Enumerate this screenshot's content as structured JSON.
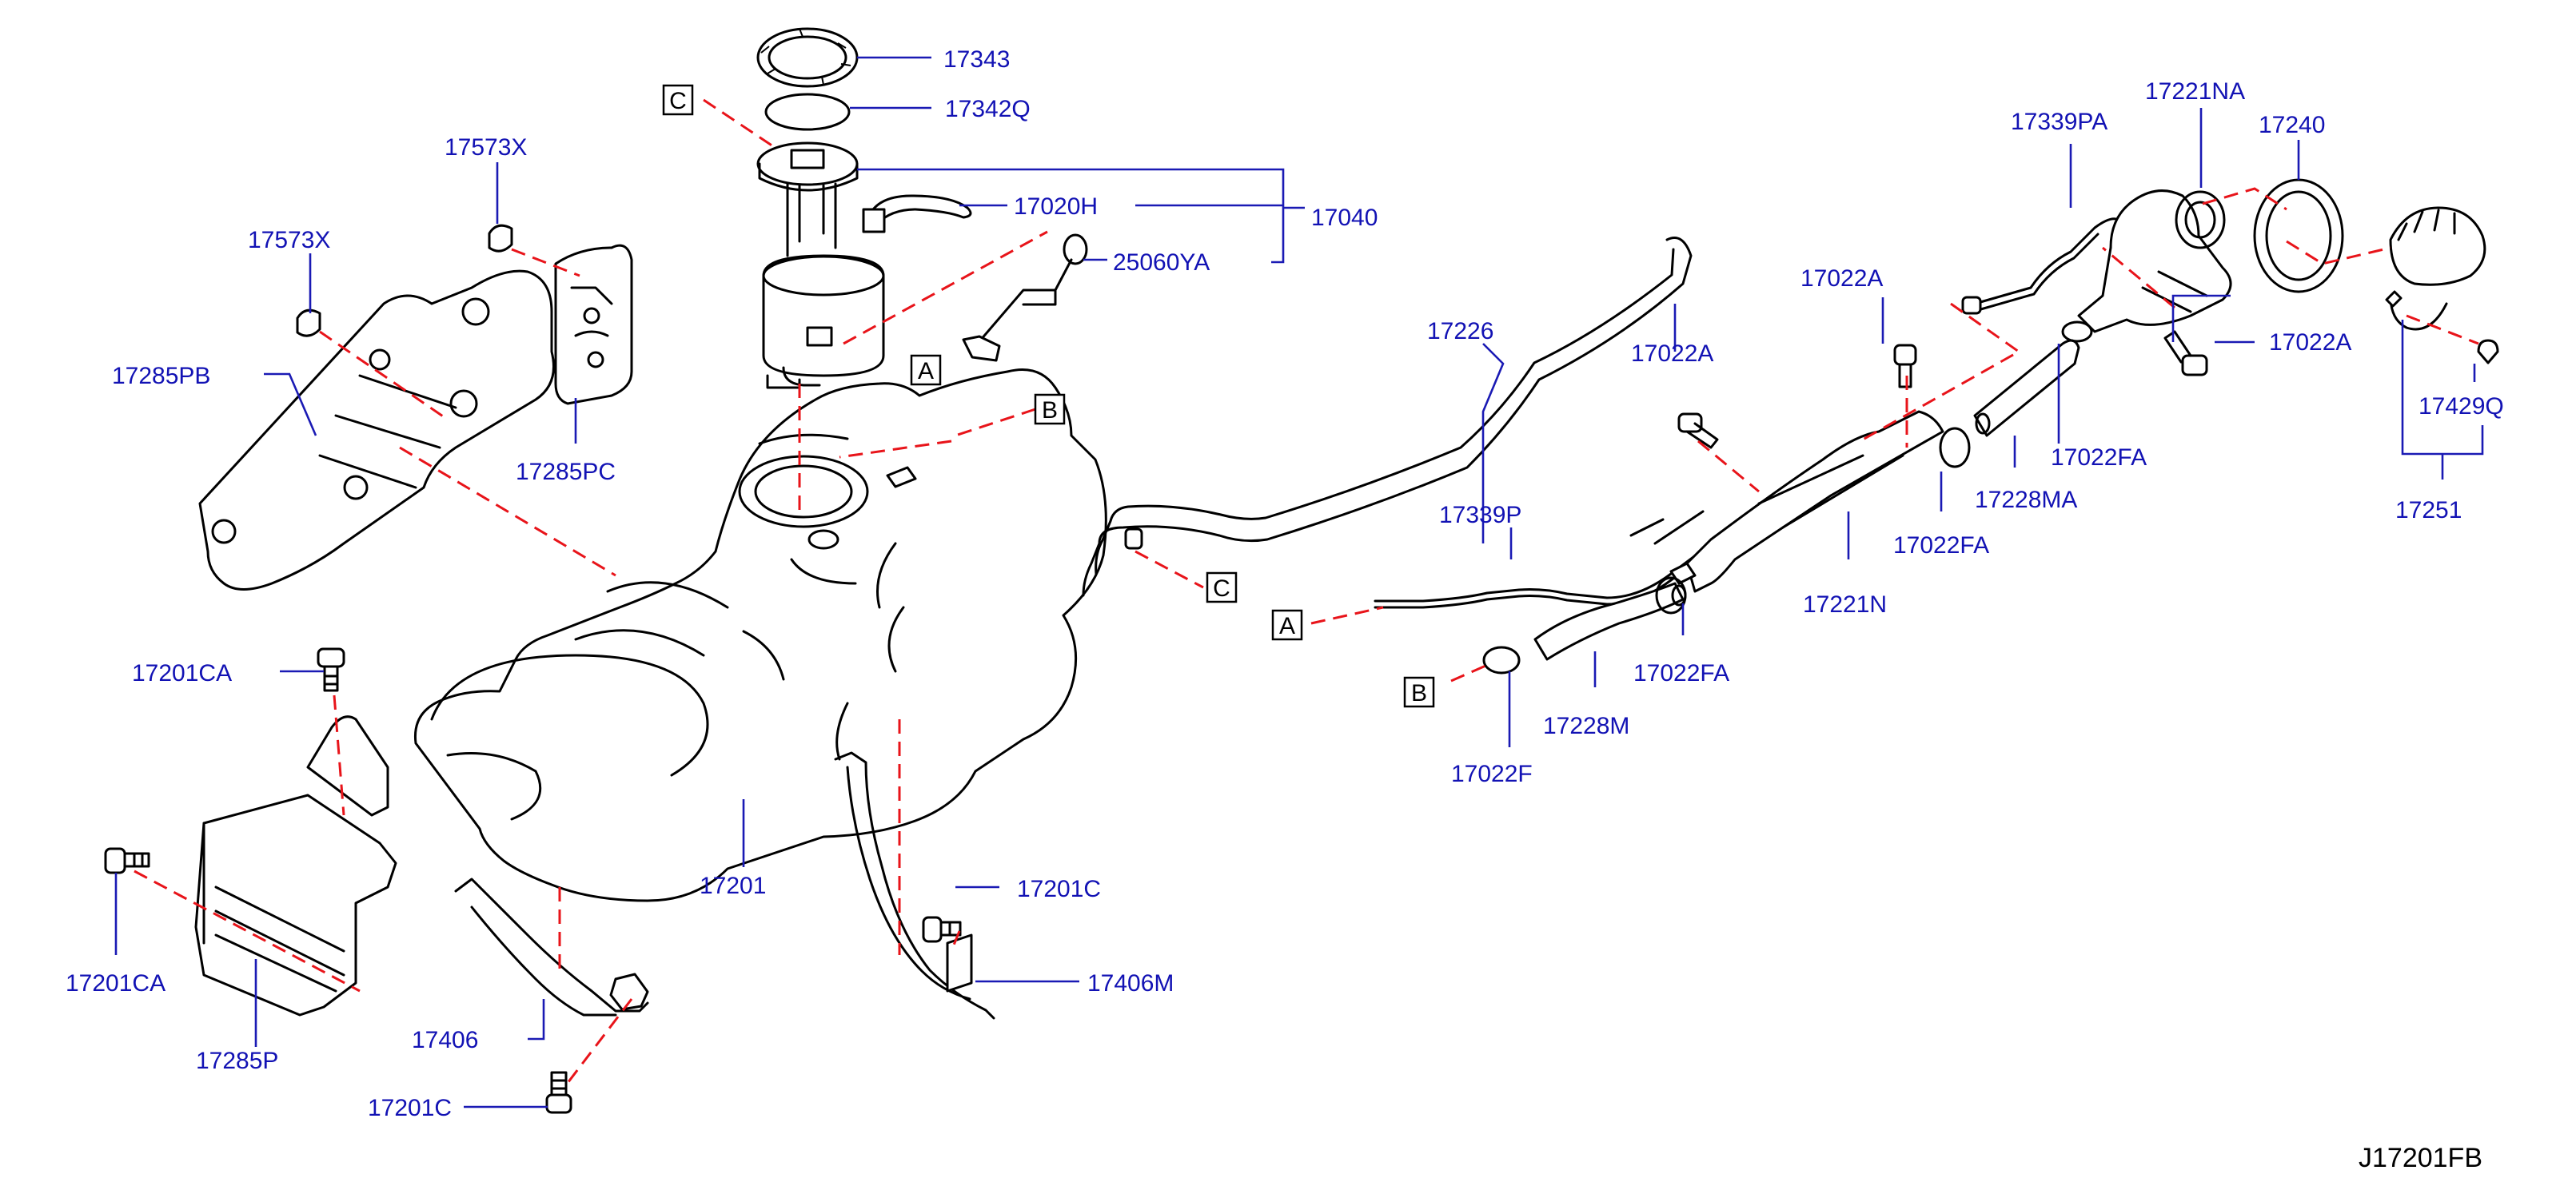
{
  "diagram_code": "J17201FB",
  "callouts": [
    {
      "id": "p17343",
      "text": "17343"
    },
    {
      "id": "p17342q",
      "text": "17342Q"
    },
    {
      "id": "p17040",
      "text": "17040"
    },
    {
      "id": "p17020h",
      "text": "17020H"
    },
    {
      "id": "p25060ya",
      "text": "25060YA"
    },
    {
      "id": "p17573x_a",
      "text": "17573X"
    },
    {
      "id": "p17573x_b",
      "text": "17573X"
    },
    {
      "id": "p17285pb",
      "text": "17285PB"
    },
    {
      "id": "p17285pc",
      "text": "17285PC"
    },
    {
      "id": "p17201ca_a",
      "text": "17201CA"
    },
    {
      "id": "p17201ca_b",
      "text": "17201CA"
    },
    {
      "id": "p17285p",
      "text": "17285P"
    },
    {
      "id": "p17406",
      "text": "17406"
    },
    {
      "id": "p17201c_a",
      "text": "17201C"
    },
    {
      "id": "p17201",
      "text": "17201"
    },
    {
      "id": "p17201c_b",
      "text": "17201C"
    },
    {
      "id": "p17406m",
      "text": "17406M"
    },
    {
      "id": "p17226",
      "text": "17226"
    },
    {
      "id": "p17339p",
      "text": "17339P"
    },
    {
      "id": "p17022a_a",
      "text": "17022A"
    },
    {
      "id": "p17022a_b",
      "text": "17022A"
    },
    {
      "id": "p17022a_c",
      "text": "17022A"
    },
    {
      "id": "p17339pa",
      "text": "17339PA"
    },
    {
      "id": "p17221na",
      "text": "17221NA"
    },
    {
      "id": "p17240",
      "text": "17240"
    },
    {
      "id": "p17022fa_a",
      "text": "17022FA"
    },
    {
      "id": "p17022fa_b",
      "text": "17022FA"
    },
    {
      "id": "p17022fa_c",
      "text": "17022FA"
    },
    {
      "id": "p17228ma",
      "text": "17228MA"
    },
    {
      "id": "p17221n",
      "text": "17221N"
    },
    {
      "id": "p17228m",
      "text": "17228M"
    },
    {
      "id": "p17022f",
      "text": "17022F"
    },
    {
      "id": "p17429q",
      "text": "17429Q"
    },
    {
      "id": "p17251",
      "text": "17251"
    }
  ],
  "references": {
    "c_top": "C",
    "a_tank": "A",
    "b_tank": "B",
    "c_pipe": "C",
    "a_pipe": "A",
    "b_hose": "B"
  },
  "colors": {
    "label": "#1212b4",
    "leader": "#1a1ab4",
    "dashed_connector": "#e8141a",
    "outline": "#000000"
  }
}
